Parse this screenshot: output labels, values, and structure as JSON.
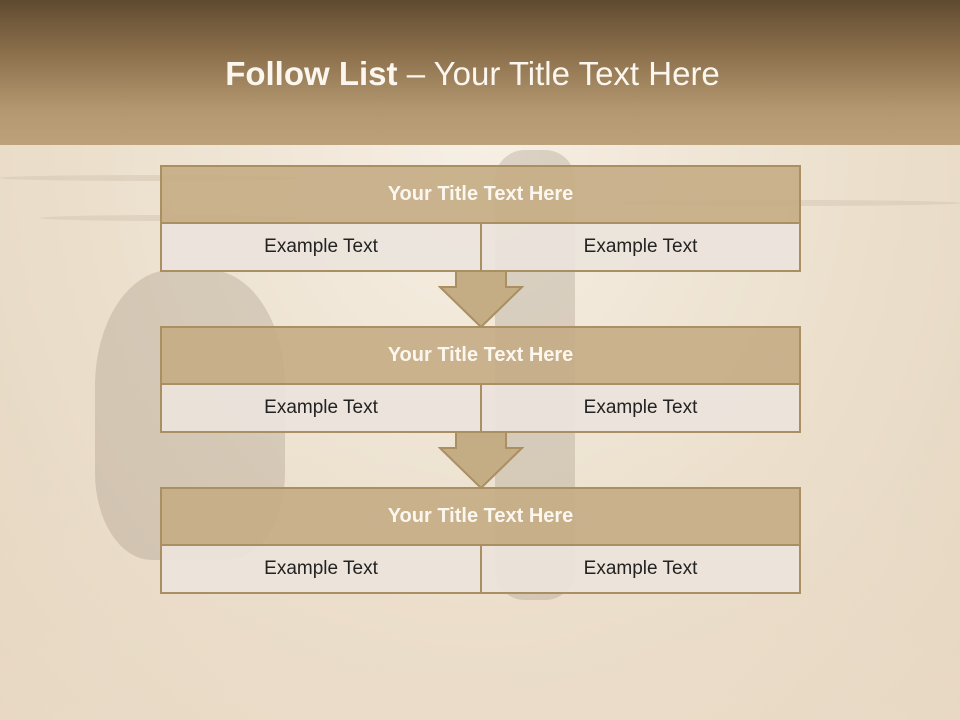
{
  "header": {
    "title_bold": "Follow List",
    "title_rest": " – Your Title Text Here"
  },
  "steps": [
    {
      "title": "Your Title Text Here",
      "left": "Example Text",
      "right": "Example Text"
    },
    {
      "title": "Your Title Text Here",
      "left": "Example Text",
      "right": "Example Text"
    },
    {
      "title": "Your Title Text Here",
      "left": "Example Text",
      "right": "Example Text"
    }
  ],
  "colors": {
    "header_dark": "#5f4a30",
    "header_light": "#bda17b",
    "title_bar": "#c4ac84",
    "border": "#a98f62",
    "cell": "#ece4dc"
  }
}
